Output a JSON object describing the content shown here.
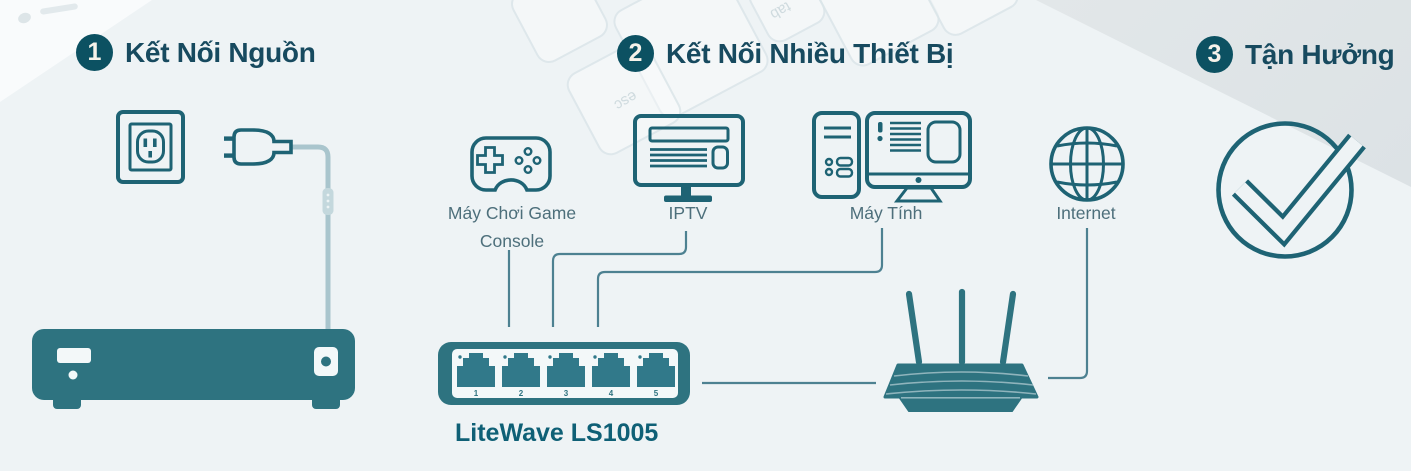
{
  "steps": [
    {
      "number": "1",
      "title": "Kết Nối Nguồn"
    },
    {
      "number": "2",
      "title": "Kết Nối Nhiều Thiết Bị"
    },
    {
      "number": "3",
      "title": "Tận Hưởng"
    }
  ],
  "devices": {
    "game_console_line1": "Máy Chơi Game",
    "game_console_line2": "Console",
    "iptv": "IPTV",
    "computer": "Máy Tính",
    "internet": "Internet"
  },
  "switch": {
    "model": "LiteWave LS1005",
    "port_labels": [
      "1",
      "2",
      "3",
      "4",
      "5"
    ]
  },
  "background": {
    "key_label_esc": "esc",
    "key_label_tab": "tab"
  },
  "colors": {
    "background": "#eef3f5",
    "icon_stroke": "#1e6374",
    "device_fill": "#2e7380",
    "heading_text": "#174a5f",
    "step_circle": "#0c5162",
    "model_text": "#0f6076",
    "label_text": "#4d6f7b",
    "connector_line": "#4d8191",
    "power_cable": "#a9c5cd"
  }
}
